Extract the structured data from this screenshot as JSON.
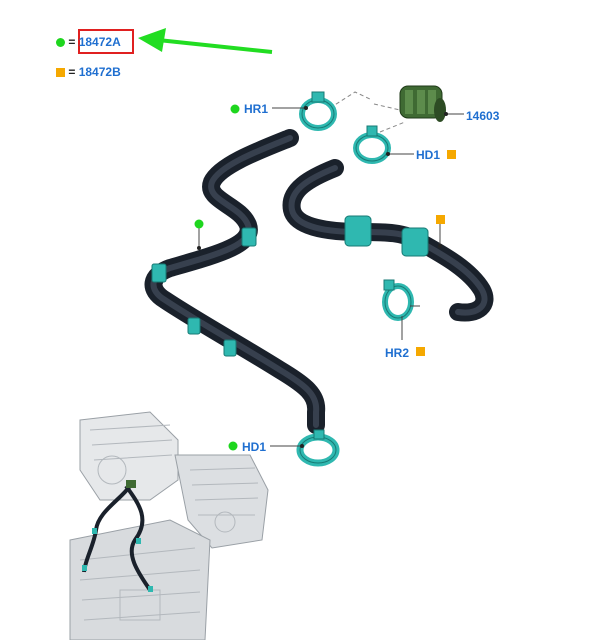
{
  "legend": {
    "items": [
      {
        "marker": "green-dot",
        "equals": "=",
        "code": "18472A",
        "highlighted": true
      },
      {
        "marker": "orange-square",
        "equals": "=",
        "code": "18472B",
        "highlighted": false
      }
    ]
  },
  "callouts": {
    "hr1": "HR1",
    "hd1_upper": "HD1",
    "part_14603": "14603",
    "hr2": "HR2",
    "hd1_lower": "HD1"
  },
  "colors": {
    "green_marker": "#1ed61e",
    "orange_marker": "#f5a800",
    "label_blue": "#1f6fd0",
    "highlight_red": "#e02020",
    "hose": "#2b3442",
    "clamp_teal": "#2fb8b0",
    "connector_green": "#4e7a3c",
    "arrow_green": "#22dd22"
  },
  "icons": [
    "green-dot-icon",
    "orange-square-icon",
    "pointer-arrow-icon",
    "clamp-icon",
    "connector-icon",
    "engine-block-icon"
  ]
}
